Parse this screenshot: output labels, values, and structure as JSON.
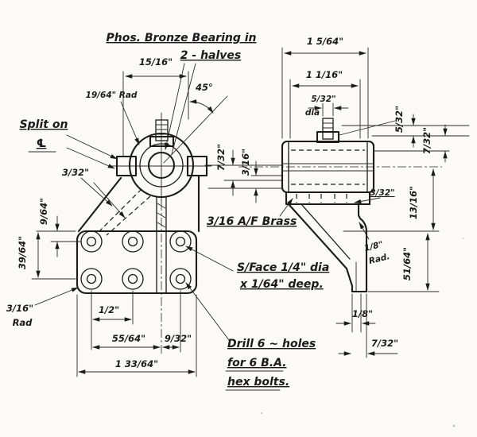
{
  "paper": {
    "background": "#fbfaf6",
    "ink": "#1b1b1b"
  },
  "notes": {
    "bearing_line1": "Phos. Bronze Bearing in",
    "bearing_line2": "2 - halves",
    "split_line1": "Split on",
    "split_line2": "℄",
    "brass": "3/16 A/F Brass",
    "sface_line1": "S/Face 1/4\" dia",
    "sface_line2": "x 1/64\" deep.",
    "drill_line1": "Drill 6 ~ holes",
    "drill_line2": "for 6 B.A.",
    "drill_line3": "hex bolts."
  },
  "dims": {
    "front_top_width": "15/16\"",
    "angle": "45°",
    "boss_radius": "19/64\" Rad",
    "rib_thickness": "3/32\"",
    "plate_top_to_holes": "9/64\"",
    "plate_hole_span": "39/64\"",
    "corner_radius_line1": "3/16\"",
    "corner_radius_line2": "Rad",
    "hole_pitch": "1/2\"",
    "col_to_web": "55/64\"",
    "web_to_col": "9/32\"",
    "plate_width": "1 33/64\"",
    "mid_upper": "7/32\"",
    "mid_lower": "3/16\"",
    "side_overall_width": "1 5/64\"",
    "side_inner_width": "1 1/16\"",
    "bolt_dia_line1": "5/32\"",
    "bolt_dia_line2": "dia",
    "right_upper": "5/32\"",
    "right_lower": "7/32\"",
    "leg_thickness": "3/32\"",
    "leg_upper_height": "13/16\"",
    "leg_radius_line1": "1/8\"",
    "leg_radius_line2": "Rad.",
    "leg_lower_height": "51/64\"",
    "foot_width": "1/8\"",
    "foot_depth": "7/32\""
  }
}
